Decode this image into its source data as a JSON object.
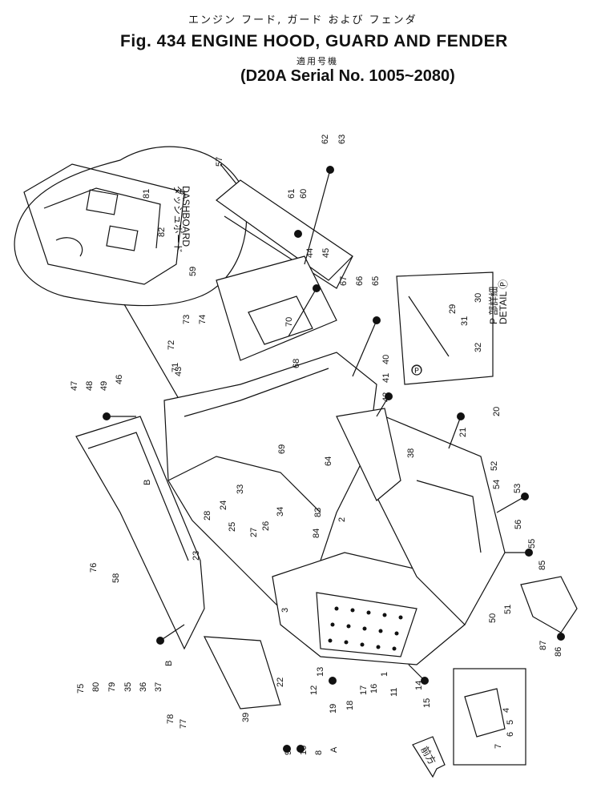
{
  "header": {
    "jp_title": "エンジン フード, ガード および フェンダ",
    "fig_title": "Fig. 434 ENGINE HOOD, GUARD AND FENDER",
    "jp_serial": "適用号機",
    "serial": "(D20A Serial No. 1005~2080)"
  },
  "callouts": {
    "dashboard_jp": "ダッシュボード",
    "dashboard": "DASHBOARD",
    "detail_jp": "P 部詳細",
    "detail": "DETAIL Ⓟ",
    "detail_marker": "Ⓟ",
    "front_jp": "前方"
  },
  "part_numbers": [
    "81",
    "82",
    "57",
    "62",
    "63",
    "61",
    "60",
    "44",
    "45",
    "59",
    "67",
    "66",
    "65",
    "30",
    "29",
    "31",
    "32",
    "73",
    "74",
    "72",
    "71",
    "70",
    "68",
    "40",
    "41",
    "42",
    "47",
    "48",
    "49",
    "46",
    "43",
    "20",
    "21",
    "38",
    "69",
    "64",
    "B",
    "33",
    "34",
    "83",
    "84",
    "2",
    "24",
    "25",
    "26",
    "27",
    "28",
    "23",
    "52",
    "54",
    "53",
    "56",
    "55",
    "76",
    "58",
    "3",
    "85",
    "51",
    "50",
    "75",
    "80",
    "79",
    "35",
    "36",
    "37",
    "B",
    "13",
    "12",
    "1",
    "16",
    "15",
    "14",
    "11",
    "17",
    "18",
    "19",
    "22",
    "39",
    "78",
    "77",
    "87",
    "86",
    "4",
    "5",
    "6",
    "7",
    "9",
    "10",
    "8",
    "A"
  ]
}
